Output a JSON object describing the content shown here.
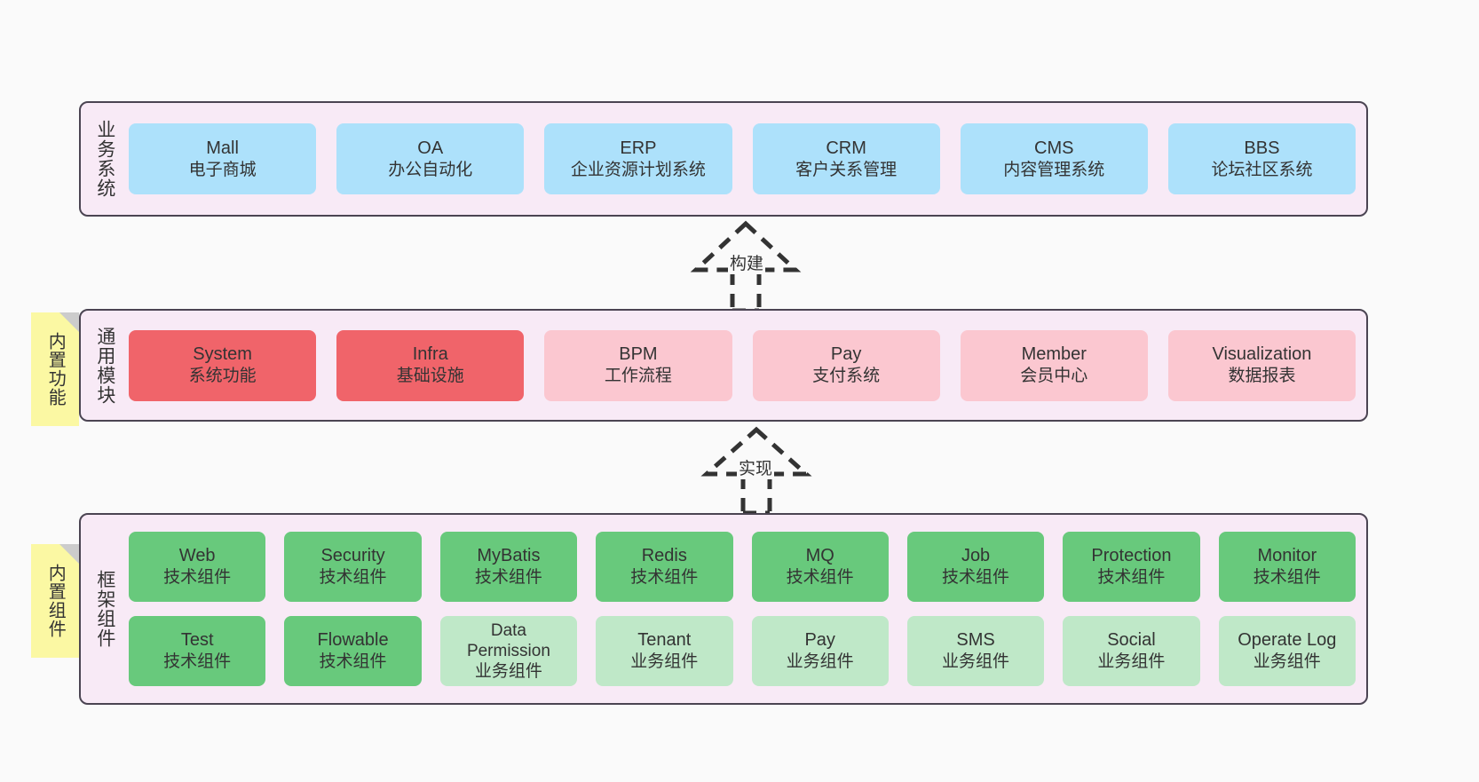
{
  "canvas": {
    "background": "#fafafa",
    "text_color": "#333333"
  },
  "palette": {
    "layer_fill": "#f8eaf6",
    "layer_border": "#4b4452",
    "blue": "#ade1fb",
    "red": "#f0646a",
    "pink": "#fbc7d0",
    "green": "#68c97c",
    "light_green": "#bfe8c8",
    "note_yellow": "#fbf8a3",
    "note_fold": "#cccccc"
  },
  "layers": {
    "business": {
      "title": "业务系统",
      "cards": [
        {
          "name": "Mall",
          "desc": "电子商城"
        },
        {
          "name": "OA",
          "desc": "办公自动化"
        },
        {
          "name": "ERP",
          "desc": "企业资源计划系统"
        },
        {
          "name": "CRM",
          "desc": "客户关系管理"
        },
        {
          "name": "CMS",
          "desc": "内容管理系统"
        },
        {
          "name": "BBS",
          "desc": "论坛社区系统"
        }
      ]
    },
    "common": {
      "title": "通用模块",
      "note": "内置功能",
      "cards": [
        {
          "name": "System",
          "desc": "系统功能",
          "tone": "red"
        },
        {
          "name": "Infra",
          "desc": "基础设施",
          "tone": "red"
        },
        {
          "name": "BPM",
          "desc": "工作流程",
          "tone": "pink"
        },
        {
          "name": "Pay",
          "desc": "支付系统",
          "tone": "pink"
        },
        {
          "name": "Member",
          "desc": "会员中心",
          "tone": "pink"
        },
        {
          "name": "Visualization",
          "desc": "数据报表",
          "tone": "pink"
        }
      ]
    },
    "framework": {
      "title": "框架组件",
      "note": "内置组件",
      "row1": [
        {
          "name": "Web",
          "desc": "技术组件",
          "tone": "green"
        },
        {
          "name": "Security",
          "desc": "技术组件",
          "tone": "green"
        },
        {
          "name": "MyBatis",
          "desc": "技术组件",
          "tone": "green"
        },
        {
          "name": "Redis",
          "desc": "技术组件",
          "tone": "green"
        },
        {
          "name": "MQ",
          "desc": "技术组件",
          "tone": "green"
        },
        {
          "name": "Job",
          "desc": "技术组件",
          "tone": "green"
        },
        {
          "name": "Protection",
          "desc": "技术组件",
          "tone": "green"
        },
        {
          "name": "Monitor",
          "desc": "技术组件",
          "tone": "green"
        }
      ],
      "row2": [
        {
          "name": "Test",
          "desc": "技术组件",
          "tone": "green"
        },
        {
          "name": "Flowable",
          "desc": "技术组件",
          "tone": "green"
        },
        {
          "name": "Data",
          "name2": "Permission",
          "desc": "业务组件",
          "tone": "lightgreen"
        },
        {
          "name": "Tenant",
          "desc": "业务组件",
          "tone": "lightgreen"
        },
        {
          "name": "Pay",
          "desc": "业务组件",
          "tone": "lightgreen"
        },
        {
          "name": "SMS",
          "desc": "业务组件",
          "tone": "lightgreen"
        },
        {
          "name": "Social",
          "desc": "业务组件",
          "tone": "lightgreen"
        },
        {
          "name": "Operate Log",
          "desc": "业务组件",
          "tone": "lightgreen"
        }
      ]
    }
  },
  "connectors": [
    {
      "label": "构建",
      "from": "common",
      "to": "business"
    },
    {
      "label": "实现",
      "from": "framework",
      "to": "common"
    }
  ]
}
